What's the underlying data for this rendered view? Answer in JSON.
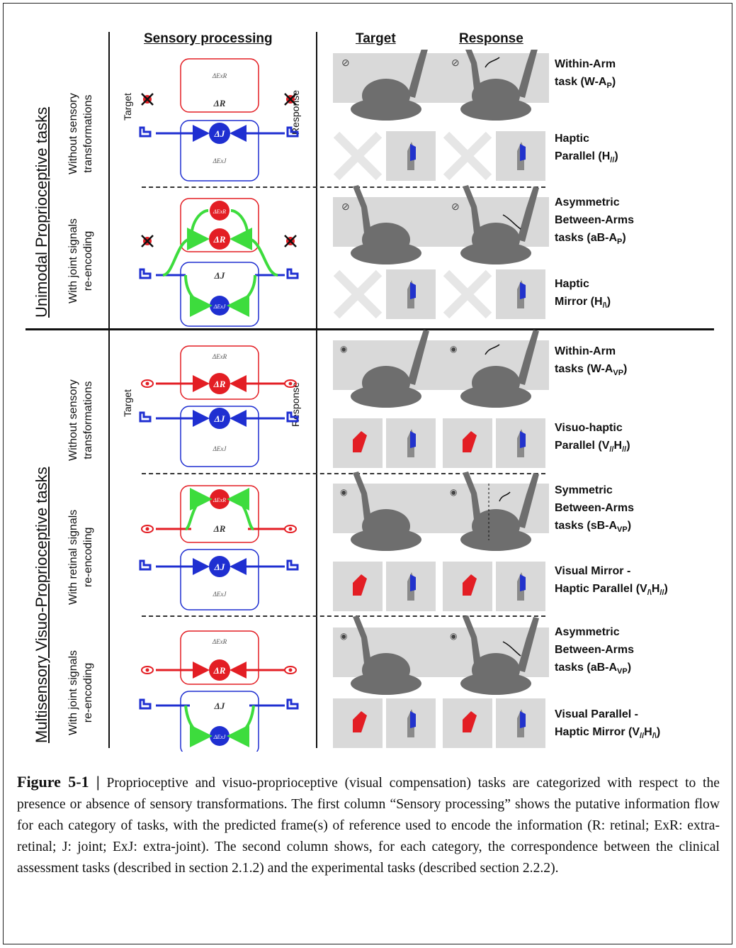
{
  "headers": {
    "sensory_processing": "Sensory processing",
    "target": "Target",
    "response": "Response"
  },
  "groups": {
    "unimodal": "Unimodal Proprioceptive tasks",
    "multisensory": "Multisensory Visuo-Proprioceptive tasks"
  },
  "rows": [
    {
      "sub1": "Without sensory",
      "sub2": "transformations",
      "side_target": "Target",
      "side_response": "Response"
    },
    {
      "sub1": "With joint signals",
      "sub2": "re-encoding"
    },
    {
      "sub1": "Without sensory",
      "sub2": "transformations",
      "side_target": "Target",
      "side_response": "Response"
    },
    {
      "sub1": "With retinal signals",
      "sub2": "re-encoding"
    },
    {
      "sub1": "With joint signals",
      "sub2": "re-encoding"
    }
  ],
  "nodes": {
    "exr": "ΔExR",
    "r": "ΔR",
    "j": "ΔJ",
    "exj": "ΔExJ"
  },
  "tasks": [
    {
      "line1": "Within-Arm",
      "line2a": "task (W-A",
      "sub2": "P",
      "line2b": ")"
    },
    {
      "line1": "Haptic",
      "line2a": "Parallel (H",
      "sub2": "//",
      "line2b": ")"
    },
    {
      "line1": "Asymmetric",
      "line2": "Between-Arms",
      "line3a": "tasks (aB-A",
      "sub3": "P",
      "line3b": ")"
    },
    {
      "line1": "Haptic",
      "line2a": "Mirror (H",
      "sub2": "/\\",
      "line2b": ")"
    },
    {
      "line1": "Within-Arm",
      "line2a": "tasks (W-A",
      "sub2": "VP",
      "line2b": ")"
    },
    {
      "line1": "Visuo-haptic",
      "line2a": "Parallel (V",
      "sub2a": "//",
      "line2m": "H",
      "sub2b": "//",
      "line2b": ")"
    },
    {
      "line1": "Symmetric",
      "line2": "Between-Arms",
      "line3a": "tasks (sB-A",
      "sub3": "VP",
      "line3b": ")"
    },
    {
      "line1": "Visual Mirror -",
      "line2a": "Haptic Parallel (V",
      "sub2a": "/\\",
      "line2m": "H",
      "sub2b": "//",
      "line2b": ")"
    },
    {
      "line1": "Asymmetric",
      "line2": "Between-Arms",
      "line3a": "tasks (aB-A",
      "sub3": "VP",
      "line3b": ")"
    },
    {
      "line1": "Visual Parallel -",
      "line2a": "Haptic Mirror (V",
      "sub2a": "//",
      "line2m": "H",
      "sub2b": "/\\",
      "line2b": ")"
    }
  ],
  "caption": {
    "label": "Figure 5-1 |",
    "text": " Proprioceptive and visuo-proprioceptive (visual compensation) tasks are categorized with respect to the presence or absence of sensory transformations. The first column “Sensory processing” shows the putative information flow for each category of tasks, with the predicted frame(s) of reference used to encode the information (R: retinal; ExR: extra-retinal; J: joint; ExJ: extra-joint). The second column shows, for each category, the correspondence between the clinical assessment tasks (described in section 2.1.2) and the experimental tasks (described section 2.2.2)."
  },
  "colors": {
    "retinal": "#e31e24",
    "joint": "#1f2fd1",
    "reencoding": "#3ddc3d",
    "tile": "#d9d9d9",
    "body": "#6e6e6e"
  },
  "icons": [
    "eye-icon",
    "crossed-eye-icon",
    "hand-icon",
    "crossed-out-icon",
    "trajectory-arrow-icon"
  ]
}
